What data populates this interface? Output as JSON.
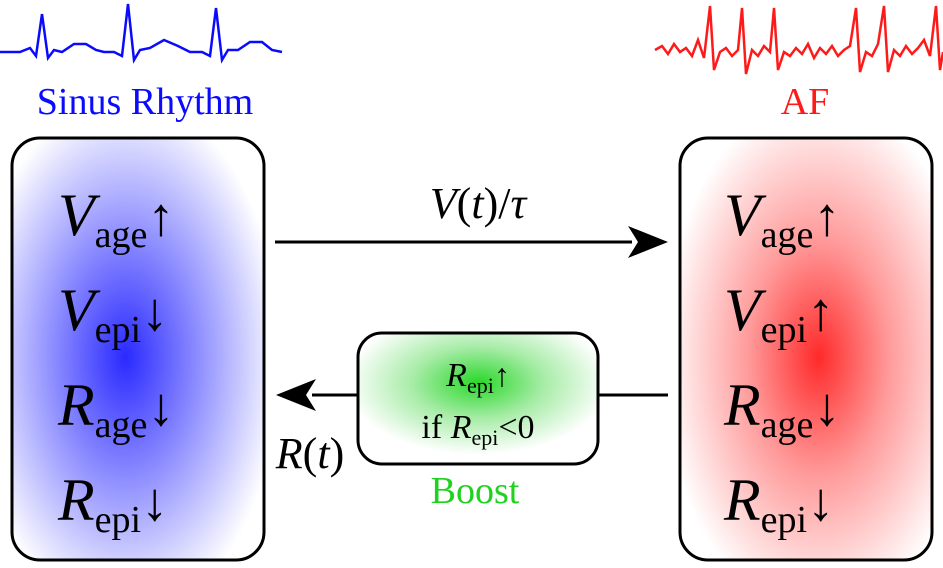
{
  "colors": {
    "sinus": "#0a0aff",
    "af": "#ff1a1a",
    "boost": "#1fd21f",
    "stroke": "#000000"
  },
  "sinus_label": "Sinus Rhythm",
  "af_label": "AF",
  "boost_label": "Boost",
  "sinus_state": {
    "rows": [
      {
        "var": "V",
        "sub": "age",
        "arrow": "↑"
      },
      {
        "var": "V",
        "sub": "epi",
        "arrow": "↓"
      },
      {
        "var": "R",
        "sub": "age",
        "arrow": "↓"
      },
      {
        "var": "R",
        "sub": "epi",
        "arrow": "↓"
      }
    ]
  },
  "af_state": {
    "rows": [
      {
        "var": "V",
        "sub": "age",
        "arrow": "↑"
      },
      {
        "var": "V",
        "sub": "epi",
        "arrow": "↑"
      },
      {
        "var": "R",
        "sub": "age",
        "arrow": "↓"
      },
      {
        "var": "R",
        "sub": "epi",
        "arrow": "↓"
      }
    ]
  },
  "forward_rate": {
    "V": "V",
    "t_open": "(",
    "t": "t",
    "t_close": ")/",
    "tau": "τ"
  },
  "backward_rate": {
    "R": "R",
    "t_open": "(",
    "t": "t",
    "t_close": ")"
  },
  "boost_box": {
    "line1": {
      "var": "R",
      "sub": "epi",
      "arrow": "↑"
    },
    "line2": {
      "prefix": "if ",
      "var": "R",
      "sub": "epi",
      "suffix": "<0"
    }
  }
}
